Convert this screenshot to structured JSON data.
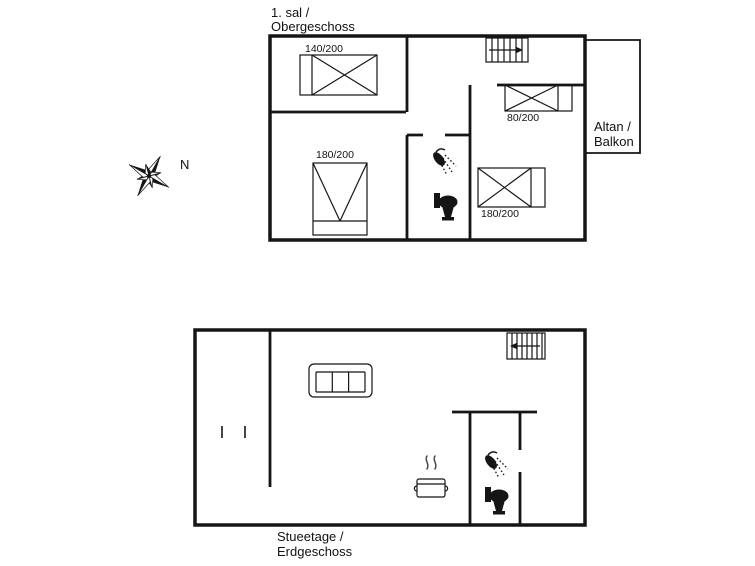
{
  "colors": {
    "wall": "#151515",
    "background": "#ffffff",
    "ink": "#111111"
  },
  "compass": {
    "north_label": "N"
  },
  "upper_floor": {
    "title": [
      "1. sal /",
      "Obergeschoss"
    ],
    "balcony_label": [
      "Altan /",
      "Balkon"
    ],
    "bed_labels": [
      "140/200",
      "80/200",
      "180/200",
      "180/200"
    ]
  },
  "ground_floor": {
    "title": [
      "Stueetage /",
      "Erdgeschoss"
    ]
  },
  "icons": {
    "compass": "compass-rose-icon",
    "stairs": "stairs-icon",
    "shower": "shower-icon",
    "toilet": "toilet-icon",
    "sofa": "sofa-icon",
    "cooking_pot": "pot-icon",
    "window": "window-marks-icon"
  }
}
